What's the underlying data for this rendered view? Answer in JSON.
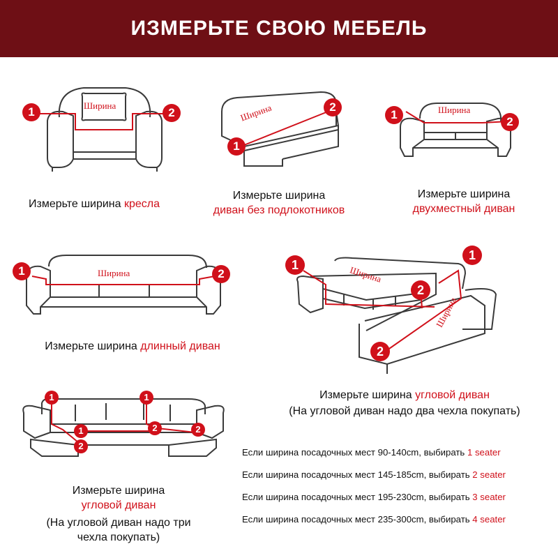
{
  "header": {
    "title": "ИЗМЕРЬТЕ СВОЮ МЕБЕЛЬ"
  },
  "colors": {
    "banner": "#6e0f15",
    "accent": "#d0101a",
    "outline": "#3a3a3a"
  },
  "diagram_label": "Ширина",
  "badges": {
    "one": "1",
    "two": "2"
  },
  "panels": {
    "armchair": {
      "prefix": "Измерьте ширина ",
      "highlight": "кресла"
    },
    "armless": {
      "prefix": "Измерьте ширина",
      "highlight": "диван без подлокотников"
    },
    "two_seater": {
      "prefix": "Измерьте ширина",
      "highlight": "двухместный диван"
    },
    "long": {
      "prefix": "Измерьте ширина ",
      "highlight": "длинный диван"
    },
    "corner": {
      "prefix": "Измерьте ширина ",
      "highlight": "угловой диван",
      "note": "(На угловой диван надо два чехла покупать)"
    },
    "u_shape": {
      "prefix": "Измерьте ширина",
      "highlight": "угловой диван",
      "note": "(На угловой диван надо три чехла покупать)"
    }
  },
  "sizes": [
    {
      "text": "Если ширина посадочных мест 90-140cm, выбирать ",
      "choice": "1 seater"
    },
    {
      "text": "Если ширина посадочных мест 145-185cm, выбирать ",
      "choice": "2 seater"
    },
    {
      "text": "Если ширина посадочных мест 195-230cm, выбирать ",
      "choice": "3 seater"
    },
    {
      "text": "Если ширина посадочных мест 235-300cm, выбирать ",
      "choice": "4 seater"
    }
  ]
}
